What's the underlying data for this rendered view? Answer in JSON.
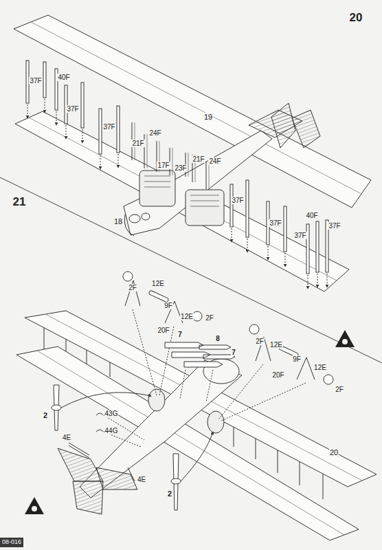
{
  "diagram": {
    "nodes": [
      {
        "text": [
          "08-016"
        ]
      }
    ],
    "labels": [
      "20",
      "37F",
      "40F",
      "37F",
      "37F",
      "24F",
      "21F",
      "17F",
      "23F",
      "21F",
      "24F",
      "19",
      "18",
      "37F",
      "40F",
      "37F",
      "37F",
      "37F",
      "21",
      "2F",
      "12E",
      "9F",
      "12E",
      "20F",
      "2F",
      "7",
      "8",
      "7",
      "2F",
      "12E",
      "9F",
      "20F",
      "12E",
      "2F",
      "43G",
      "44G",
      "2",
      "4E",
      "4E",
      "2",
      "20"
    ]
  }
}
